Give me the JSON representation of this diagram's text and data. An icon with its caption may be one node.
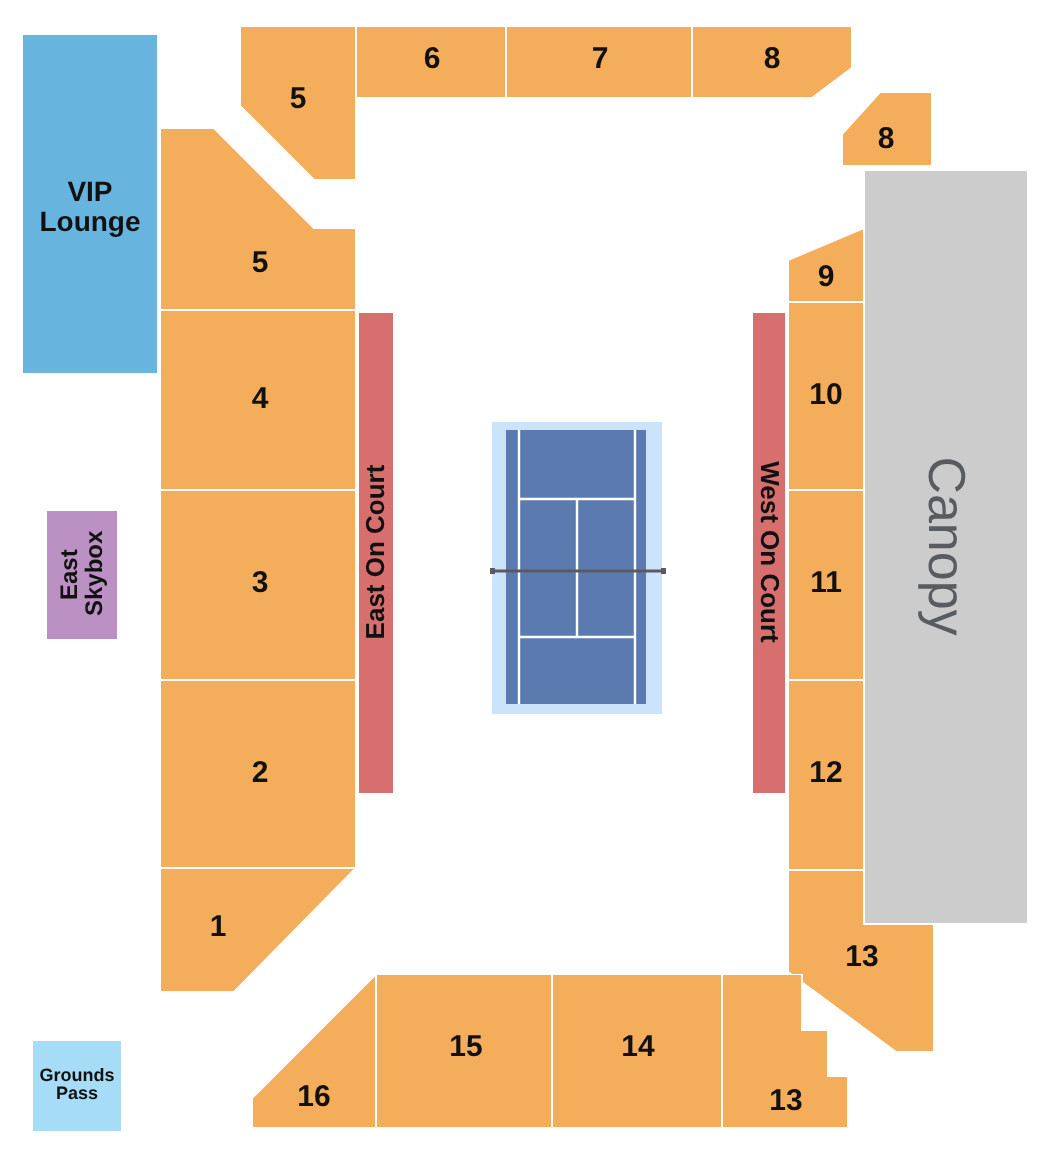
{
  "diagram": {
    "nodes": [
      {
        "text": [
          "VIP Lounge"
        ]
      },
      {
        "text": [
          "5"
        ]
      },
      {
        "text": [
          "6"
        ]
      },
      {
        "text": [
          "7"
        ]
      },
      {
        "text": [
          "8"
        ]
      },
      {
        "text": [
          "8"
        ]
      },
      {
        "text": [
          "5"
        ]
      },
      {
        "text": [
          "Canopy"
        ]
      },
      {
        "text": [
          "9"
        ]
      },
      {
        "text": [
          "4"
        ]
      },
      {
        "text": [
          "East On Court"
        ]
      },
      {
        "text": [
          "10"
        ]
      },
      {
        "text": [
          "West On Court"
        ]
      },
      {
        "text": [
          "East Skybox"
        ]
      },
      {
        "text": [
          "3"
        ]
      },
      {
        "text": [
          "11"
        ]
      },
      {
        "text": [
          "2"
        ]
      },
      {
        "text": [
          "12"
        ]
      },
      {
        "text": [
          "1"
        ]
      },
      {
        "text": [
          "13"
        ]
      },
      {
        "text": [
          "16"
        ]
      },
      {
        "text": [
          "15"
        ]
      },
      {
        "text": [
          "14"
        ]
      },
      {
        "text": [
          "13"
        ]
      },
      {
        "text": [
          "Grounds Pass"
        ]
      }
    ]
  }
}
